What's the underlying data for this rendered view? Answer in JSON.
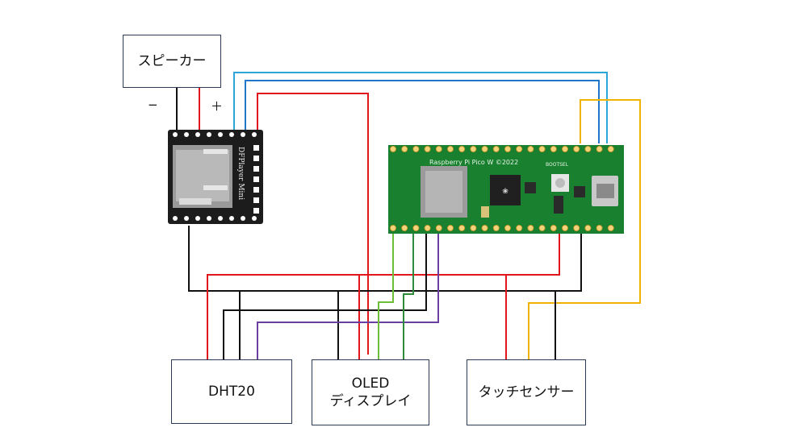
{
  "components": {
    "speaker": {
      "label": "スピーカー"
    },
    "dht20": {
      "label": "DHT20"
    },
    "oled": {
      "label_line1": "OLED",
      "label_line2": "ディスプレイ"
    },
    "touch": {
      "label": "タッチセンサー"
    }
  },
  "speaker_terminals": {
    "minus": "−",
    "plus": "＋"
  },
  "boards": {
    "dfplayer": {
      "silk": "DFPlayer Mini"
    },
    "pico": {
      "silk": "Raspberry Pi Pico W ©2022",
      "button": "BOOTSEL"
    }
  },
  "wire_colors": {
    "power": "#e0161b",
    "ground": "#111111",
    "data_blue": "#1f77c9",
    "data_cyan": "#2aa7d8",
    "data_yellow": "#f0b400",
    "sda_green": "#6dbf3a",
    "scl_green": "#2e8b3a",
    "purple": "#6b3fa0"
  }
}
